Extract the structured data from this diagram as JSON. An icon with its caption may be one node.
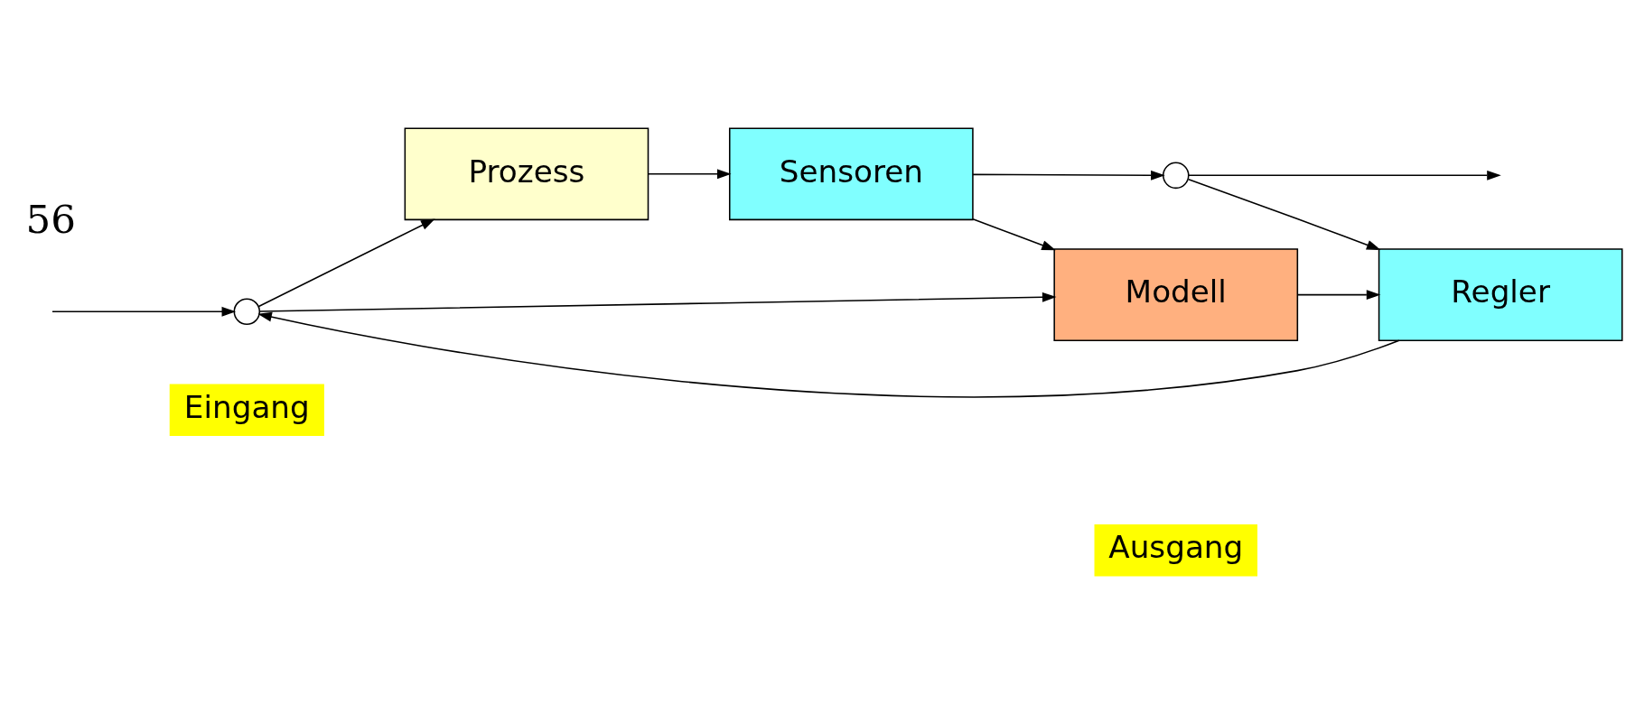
{
  "diagram": {
    "nodes": [
      {
        "text": [
          "Eingang"
        ]
      },
      {
        "text": [
          "Ausgang"
        ]
      },
      {
        "text": [],
        "shape": "circle"
      },
      {
        "text": [
          "Prozess"
        ]
      },
      {
        "text": [
          "Sensoren"
        ]
      },
      {
        "text": [],
        "shape": "circle"
      },
      {
        "text": [
          "Modell"
        ]
      },
      {
        "text": [
          "Regler"
        ]
      }
    ],
    "edges": [
      {
        "from": null,
        "to": 2,
        "arrow": "to"
      },
      {
        "from": 2,
        "to": 3,
        "arrow": "to"
      },
      {
        "from": 2,
        "to": 6,
        "arrow": "to"
      },
      {
        "from": 3,
        "to": 4,
        "arrow": "to"
      },
      {
        "from": 4,
        "to": 5,
        "arrow": "to"
      },
      {
        "from": 5,
        "to": null,
        "arrow": "to"
      },
      {
        "from": 4,
        "to": 6,
        "arrow": "to"
      },
      {
        "from": 6,
        "to": 7,
        "arrow": "to"
      },
      {
        "from": 5,
        "to": 7,
        "arrow": "to"
      },
      {
        "from": 7,
        "to": 2,
        "arrow": "to"
      }
    ],
    "labels": [
      "56"
    ]
  }
}
